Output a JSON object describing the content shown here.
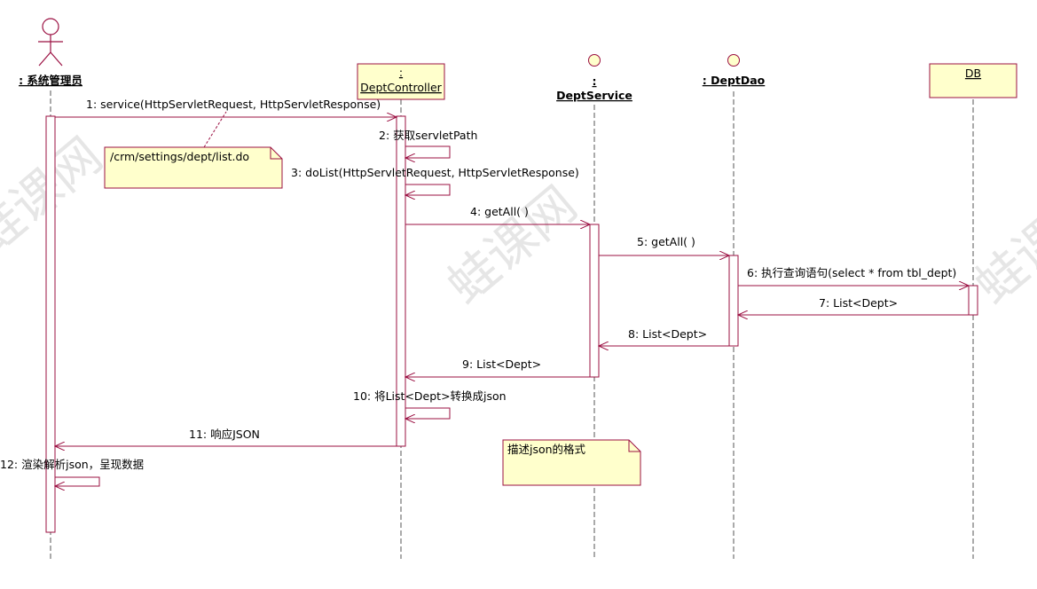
{
  "watermark": [
    "蛙课网",
    "蛙课网",
    "蛙课网"
  ],
  "participants": [
    {
      "id": "admin",
      "prefix": "",
      "label": ": 系统管理员",
      "kind": "actor"
    },
    {
      "id": "controller",
      "prefix": ":",
      "label": "DeptController",
      "kind": "boundary"
    },
    {
      "id": "service",
      "prefix": ":",
      "label": "DeptService",
      "kind": "control"
    },
    {
      "id": "dao",
      "prefix": "",
      "label": ": DeptDao",
      "kind": "control"
    },
    {
      "id": "db",
      "prefix": "",
      "label": "DB",
      "kind": "entity"
    }
  ],
  "messages": [
    {
      "num": "1",
      "text": "1: service(HttpServletRequest, HttpServletResponse)"
    },
    {
      "num": "2",
      "text": "2: 获取servletPath"
    },
    {
      "num": "3",
      "text": "3: doList(HttpServletRequest, HttpServletResponse)"
    },
    {
      "num": "4",
      "text": "4: getAll( )"
    },
    {
      "num": "5",
      "text": "5: getAll( )"
    },
    {
      "num": "6",
      "text": "6: 执行查询语句(select * from tbl_dept)"
    },
    {
      "num": "7",
      "text": "7: List<Dept>"
    },
    {
      "num": "8",
      "text": "8: List<Dept>"
    },
    {
      "num": "9",
      "text": "9: List<Dept>"
    },
    {
      "num": "10",
      "text": "10: 将List<Dept>转换成json"
    },
    {
      "num": "11",
      "text": "11: 响应JSON"
    },
    {
      "num": "12",
      "text": "12: 渲染解析json，呈现数据"
    }
  ],
  "notes": [
    {
      "text": "/crm/settings/dept/list.do"
    },
    {
      "text": "描述json的格式"
    }
  ],
  "colors": {
    "line": "#9b1042",
    "note_fill": "#ffffcc",
    "lifeline": "#555555",
    "object_fill": "#ffffcc"
  }
}
